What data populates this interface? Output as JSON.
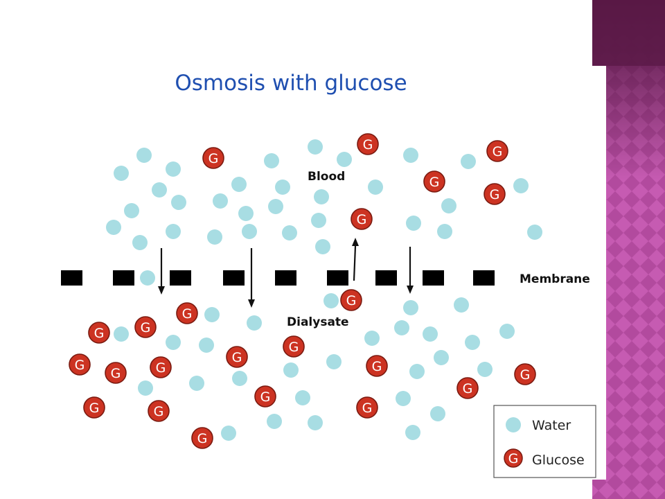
{
  "slide": {
    "title": "Osmosis with glucose",
    "title_color": "#1f4fb0",
    "water_color": "#a8dde3",
    "glucose_fill": "#cc3322",
    "glucose_stroke": "#7a1a10",
    "glucose_letter": "G"
  },
  "labels": {
    "blood": "Blood",
    "membrane": "Membrane",
    "dialysate": "Dialysate"
  },
  "legend": {
    "water_label": "Water",
    "glucose_label": "Glucose"
  },
  "decor": {
    "side_panel_color": "#b0489c",
    "side_panel_dark": "#5c1a48"
  },
  "icons": [
    "water-molecule-icon",
    "glucose-molecule-icon",
    "arrow-down-icon",
    "arrow-up-icon",
    "membrane-block-icon"
  ]
}
